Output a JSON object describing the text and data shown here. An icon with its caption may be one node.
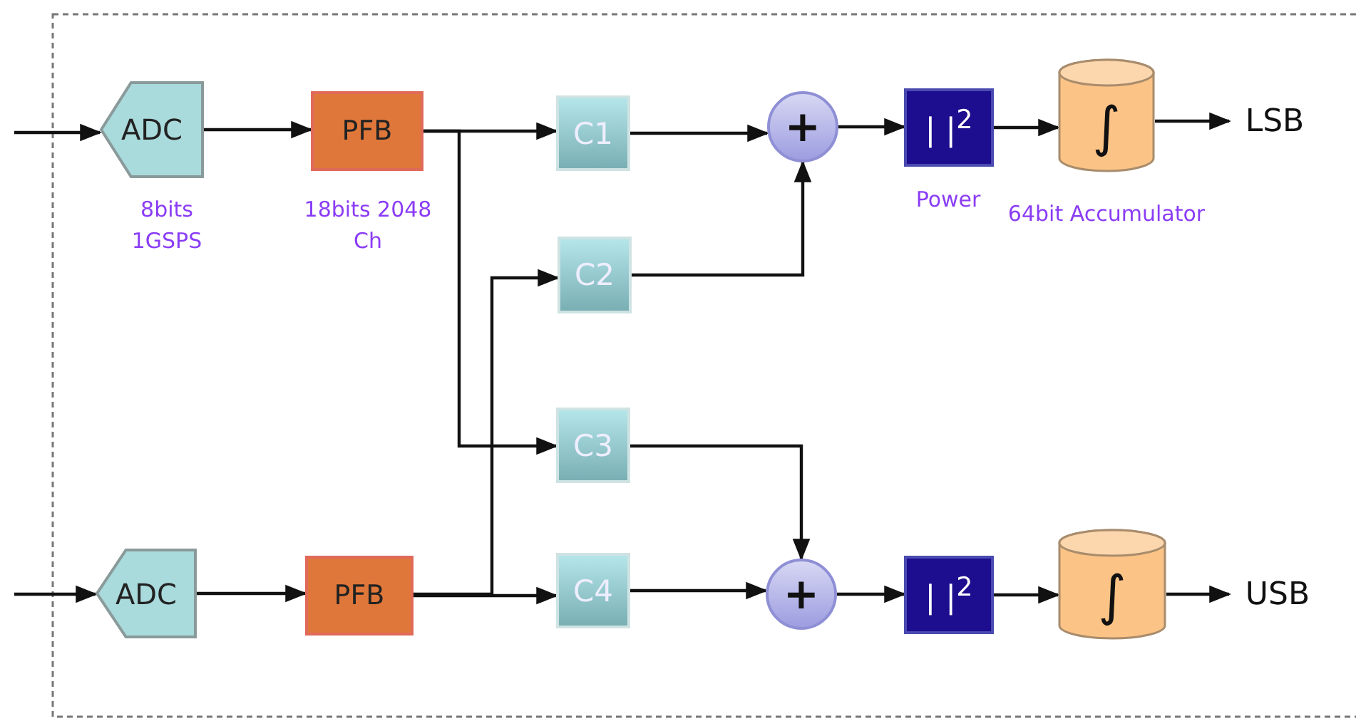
{
  "diagram": {
    "nodes": [
      {
        "text": [
          "ADC"
        ],
        "beside": [
          "8bits 1GSPS"
        ]
      },
      {
        "text": [
          "PFB"
        ],
        "beside": [
          "18bits 2048 Ch"
        ]
      },
      {
        "text": [
          "C1"
        ]
      },
      {
        "text": [
          "C2"
        ]
      },
      {
        "text": [
          "C3"
        ]
      },
      {
        "text": [
          "C4"
        ]
      },
      {
        "text": [
          "ADC"
        ]
      },
      {
        "text": [
          "PFB"
        ]
      },
      {
        "text": [
          "+"
        ]
      },
      {
        "text": [
          "| |$^{2}$"
        ],
        "beside": [
          "Power"
        ]
      },
      {
        "text": [
          "∫"
        ],
        "beside": [
          "64bit Accumulator"
        ]
      },
      {
        "text": [
          "LSB"
        ]
      },
      {
        "text": [
          "+"
        ]
      },
      {
        "text": [
          "| |$^{2}$"
        ]
      },
      {
        "text": [
          "∫"
        ]
      },
      {
        "text": [
          "USB"
        ]
      }
    ],
    "edges": [
      {
        "from": null,
        "to": 0,
        "arrow": "to"
      },
      {
        "from": 0,
        "to": 1,
        "arrow": "to"
      },
      {
        "from": 1,
        "to": 2,
        "arrow": "to"
      },
      {
        "from": 1,
        "to": 4,
        "arrow": "to"
      },
      {
        "from": null,
        "to": 6,
        "arrow": "to"
      },
      {
        "from": 6,
        "to": 7,
        "arrow": "to"
      },
      {
        "from": 7,
        "to": 5,
        "arrow": "to"
      },
      {
        "from": 7,
        "to": 3,
        "arrow": "to"
      },
      {
        "from": 2,
        "to": 8,
        "arrow": "to"
      },
      {
        "from": 3,
        "to": 8,
        "arrow": "to"
      },
      {
        "from": 4,
        "to": 12,
        "arrow": "to"
      },
      {
        "from": 5,
        "to": 12,
        "arrow": "to"
      },
      {
        "from": 8,
        "to": 9,
        "arrow": "to"
      },
      {
        "from": 9,
        "to": 10,
        "arrow": "to"
      },
      {
        "from": 10,
        "to": 11,
        "arrow": "to"
      },
      {
        "from": 12,
        "to": 13,
        "arrow": "to"
      },
      {
        "from": 13,
        "to": 14,
        "arrow": "to"
      },
      {
        "from": 14,
        "to": 15,
        "arrow": "to"
      }
    ]
  }
}
